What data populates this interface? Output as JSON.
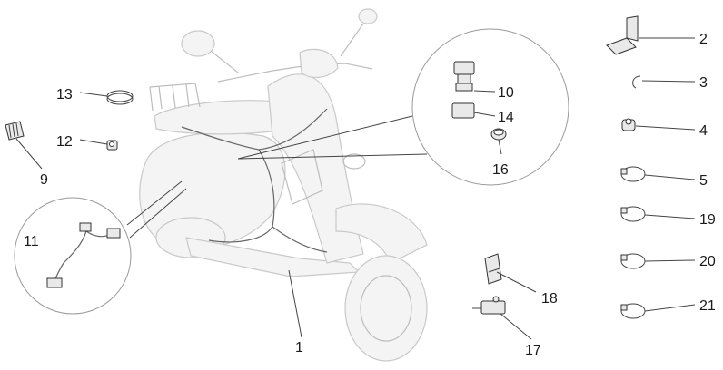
{
  "diagram": {
    "callouts": [
      {
        "id": "c1",
        "label": "1"
      },
      {
        "id": "c2",
        "label": "2"
      },
      {
        "id": "c3",
        "label": "3"
      },
      {
        "id": "c4",
        "label": "4"
      },
      {
        "id": "c5",
        "label": "5"
      },
      {
        "id": "c9",
        "label": "9"
      },
      {
        "id": "c10",
        "label": "10"
      },
      {
        "id": "c11",
        "label": "11"
      },
      {
        "id": "c12",
        "label": "12"
      },
      {
        "id": "c13",
        "label": "13"
      },
      {
        "id": "c14",
        "label": "14"
      },
      {
        "id": "c16",
        "label": "16"
      },
      {
        "id": "c17",
        "label": "17"
      },
      {
        "id": "c18",
        "label": "18"
      },
      {
        "id": "c19",
        "label": "19"
      },
      {
        "id": "c20",
        "label": "20"
      },
      {
        "id": "c21",
        "label": "21"
      }
    ]
  }
}
